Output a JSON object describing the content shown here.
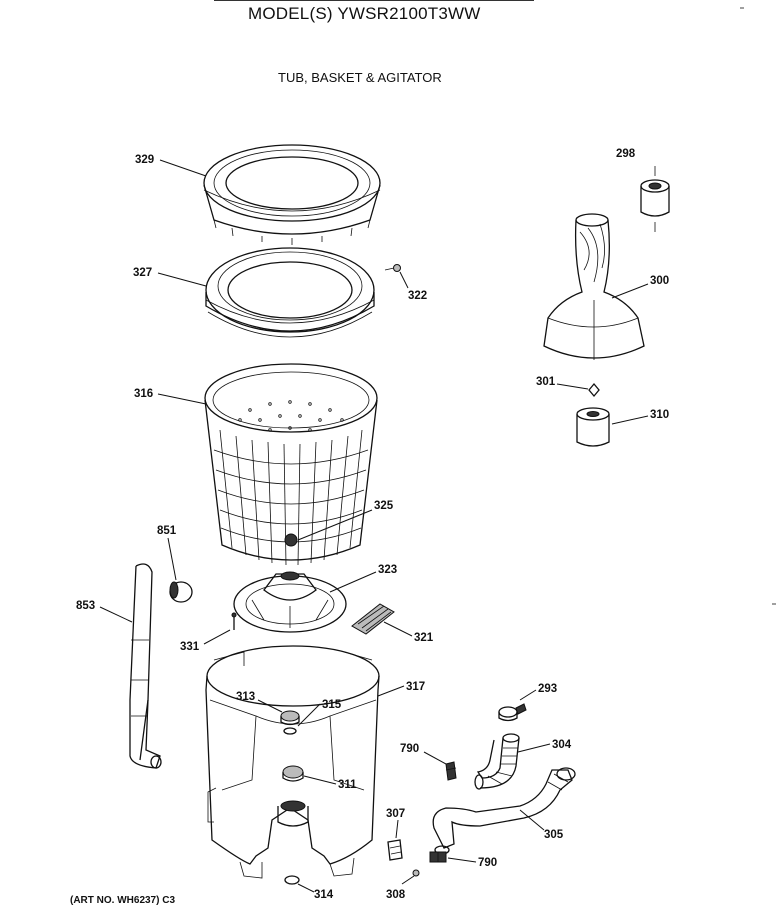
{
  "header": {
    "model": "MODEL(S) YWSR2100T3WW",
    "section": "TUB, BASKET & AGITATOR",
    "art_number": "(ART NO. WH6237) C3"
  },
  "parts": {
    "p298": "298",
    "p300": "300",
    "p301": "301",
    "p310": "310",
    "p329": "329",
    "p327": "327",
    "p322": "322",
    "p316": "316",
    "p325": "325",
    "p851": "851",
    "p853": "853",
    "p323": "323",
    "p331": "331",
    "p321": "321",
    "p317": "317",
    "p313": "313",
    "p315": "315",
    "p311": "311",
    "p293": "293",
    "p304": "304",
    "p790a": "790",
    "p790b": "790",
    "p307": "307",
    "p305": "305",
    "p308": "308",
    "p314": "314"
  }
}
